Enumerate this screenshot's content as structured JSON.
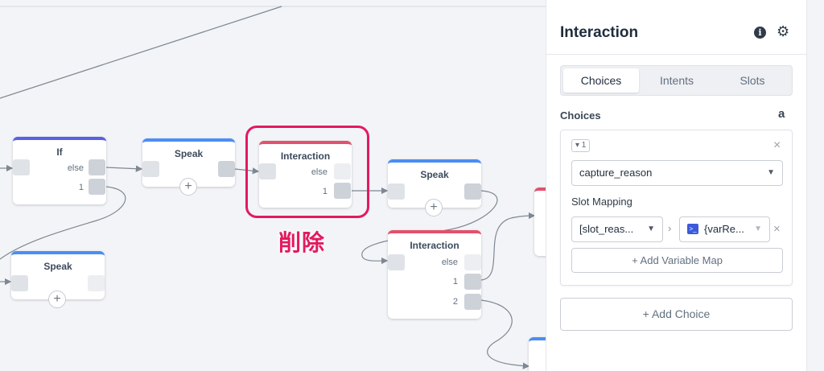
{
  "canvas": {
    "nodes": {
      "if": {
        "title": "If",
        "else_label": "else",
        "one_label": "1"
      },
      "speak1": {
        "title": "Speak"
      },
      "interaction_deleted": {
        "title": "Interaction",
        "else_label": "else",
        "one_label": "1"
      },
      "speak2": {
        "title": "Speak"
      },
      "speak3": {
        "title": "Speak"
      },
      "interaction2": {
        "title": "Interaction",
        "else_label": "else",
        "one_label": "1",
        "two_label": "2"
      }
    },
    "add_symbol": "+",
    "annotation": "削除",
    "colors": {
      "speak": "#4a8df6",
      "if": "#5b5fe6",
      "interaction": "#e2516d",
      "annotation": "#e4195e"
    }
  },
  "panel": {
    "title": "Interaction",
    "info_icon": "i",
    "settings_icon": "⚙",
    "tabs": [
      {
        "label": "Choices",
        "active": true
      },
      {
        "label": "Intents",
        "active": false
      },
      {
        "label": "Slots",
        "active": false
      }
    ],
    "choices_label": "Choices",
    "amazon_icon": "a",
    "choice": {
      "badge": "▾ 1",
      "close": "×",
      "intent_value": "capture_reason",
      "caret": "▼",
      "slot_mapping_label": "Slot Mapping",
      "slot_value": "[slot_reas...",
      "arrow": "›",
      "variable_icon": ">_",
      "variable_value": "{varRe...",
      "map_close": "×",
      "add_variable_map": "+ Add Variable Map"
    },
    "add_choice": "+  Add Choice"
  }
}
